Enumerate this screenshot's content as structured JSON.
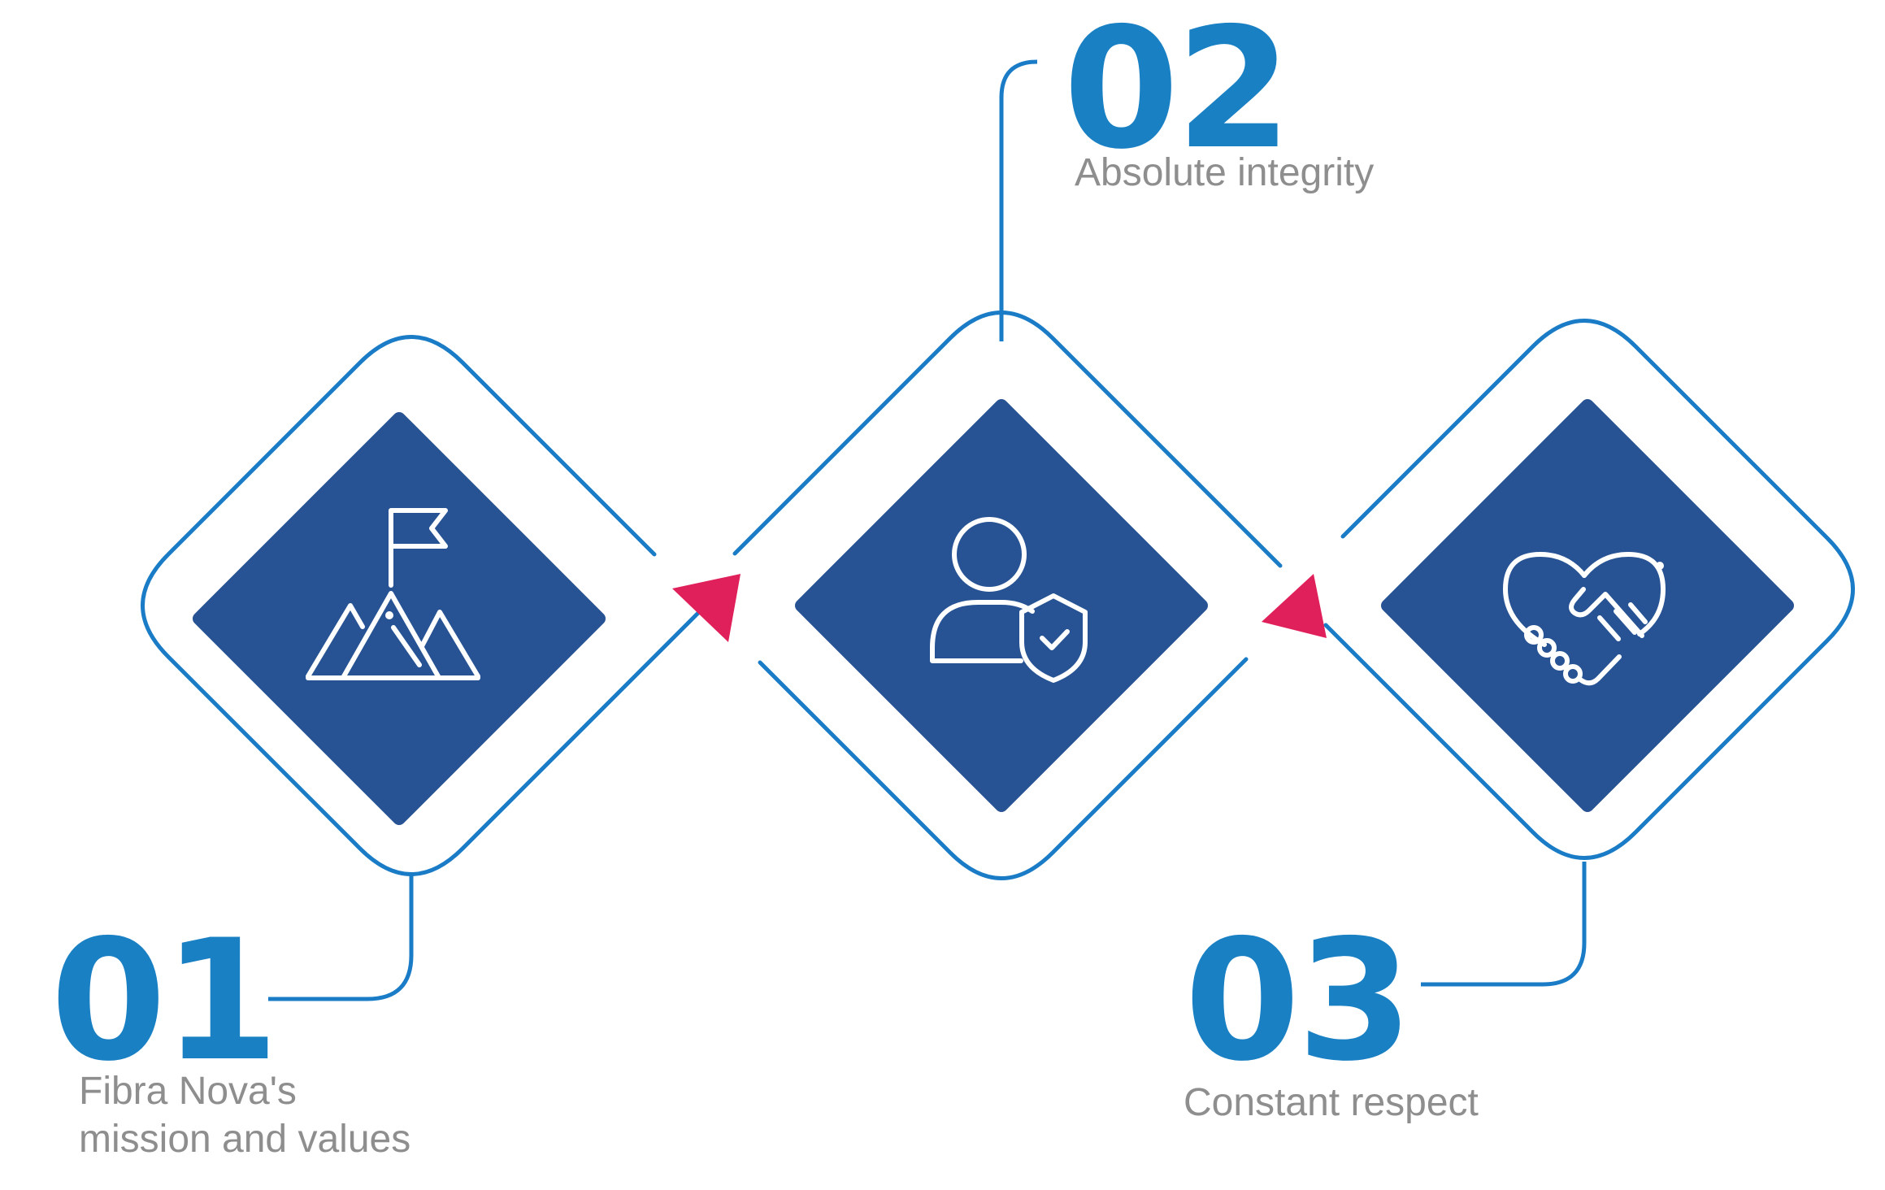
{
  "steps": [
    {
      "number": "01",
      "caption_line1": "Fibra Nova's",
      "caption_line2": "mission and values",
      "icon": "mountain-flag-icon"
    },
    {
      "number": "02",
      "caption": "Absolute integrity",
      "icon": "user-shield-icon"
    },
    {
      "number": "03",
      "caption": "Constant respect",
      "icon": "heart-handshake-icon"
    }
  ],
  "colors": {
    "number": "#1a80c4",
    "caption": "#8e8e8e",
    "outline": "#1a7cc6",
    "diamond_fill": "#275394",
    "arrow": "#e0205a",
    "icon_stroke": "#ffffff"
  }
}
